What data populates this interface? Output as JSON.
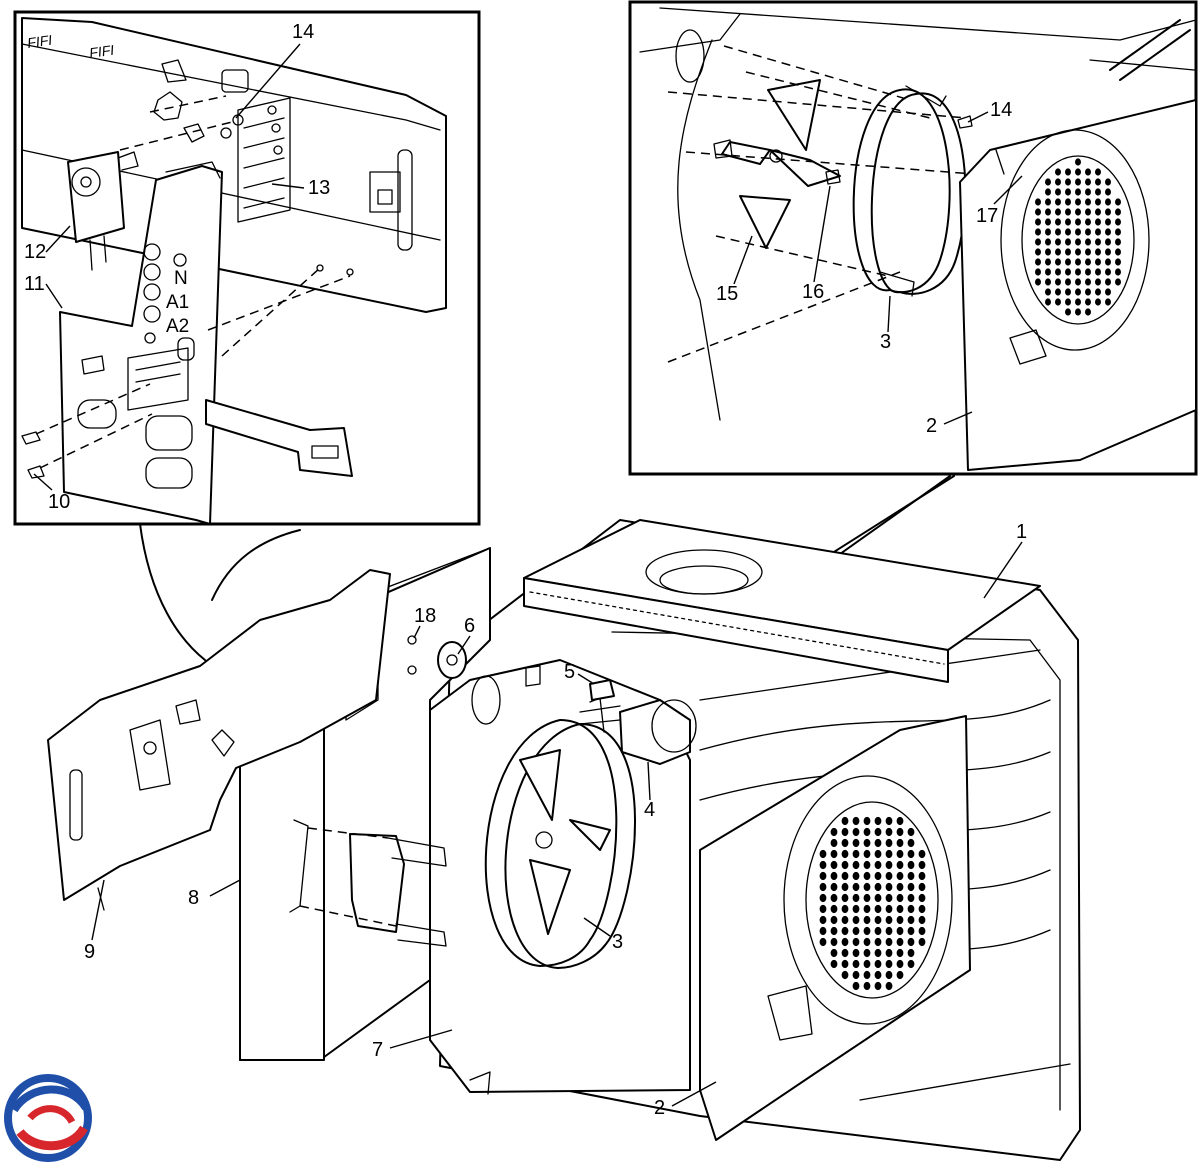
{
  "callouts": {
    "c1": "1",
    "c2_main": "2",
    "c2_inset": "2",
    "c3_main": "3",
    "c3_inset": "3",
    "c4": "4",
    "c5": "5",
    "c6": "6",
    "c7": "7",
    "c8": "8",
    "c9": "9",
    "c10": "10",
    "c11": "11",
    "c12": "12",
    "c13": "13",
    "c14_left": "14",
    "c14_right": "14",
    "c15": "15",
    "c16": "16",
    "c17": "17",
    "c18": "18"
  },
  "panel_labels": {
    "n": "N",
    "a1": "A1",
    "a2": "A2"
  },
  "colors": {
    "line": "#000000",
    "logo_blue": "#1f4fa8",
    "logo_red": "#d8262d"
  }
}
